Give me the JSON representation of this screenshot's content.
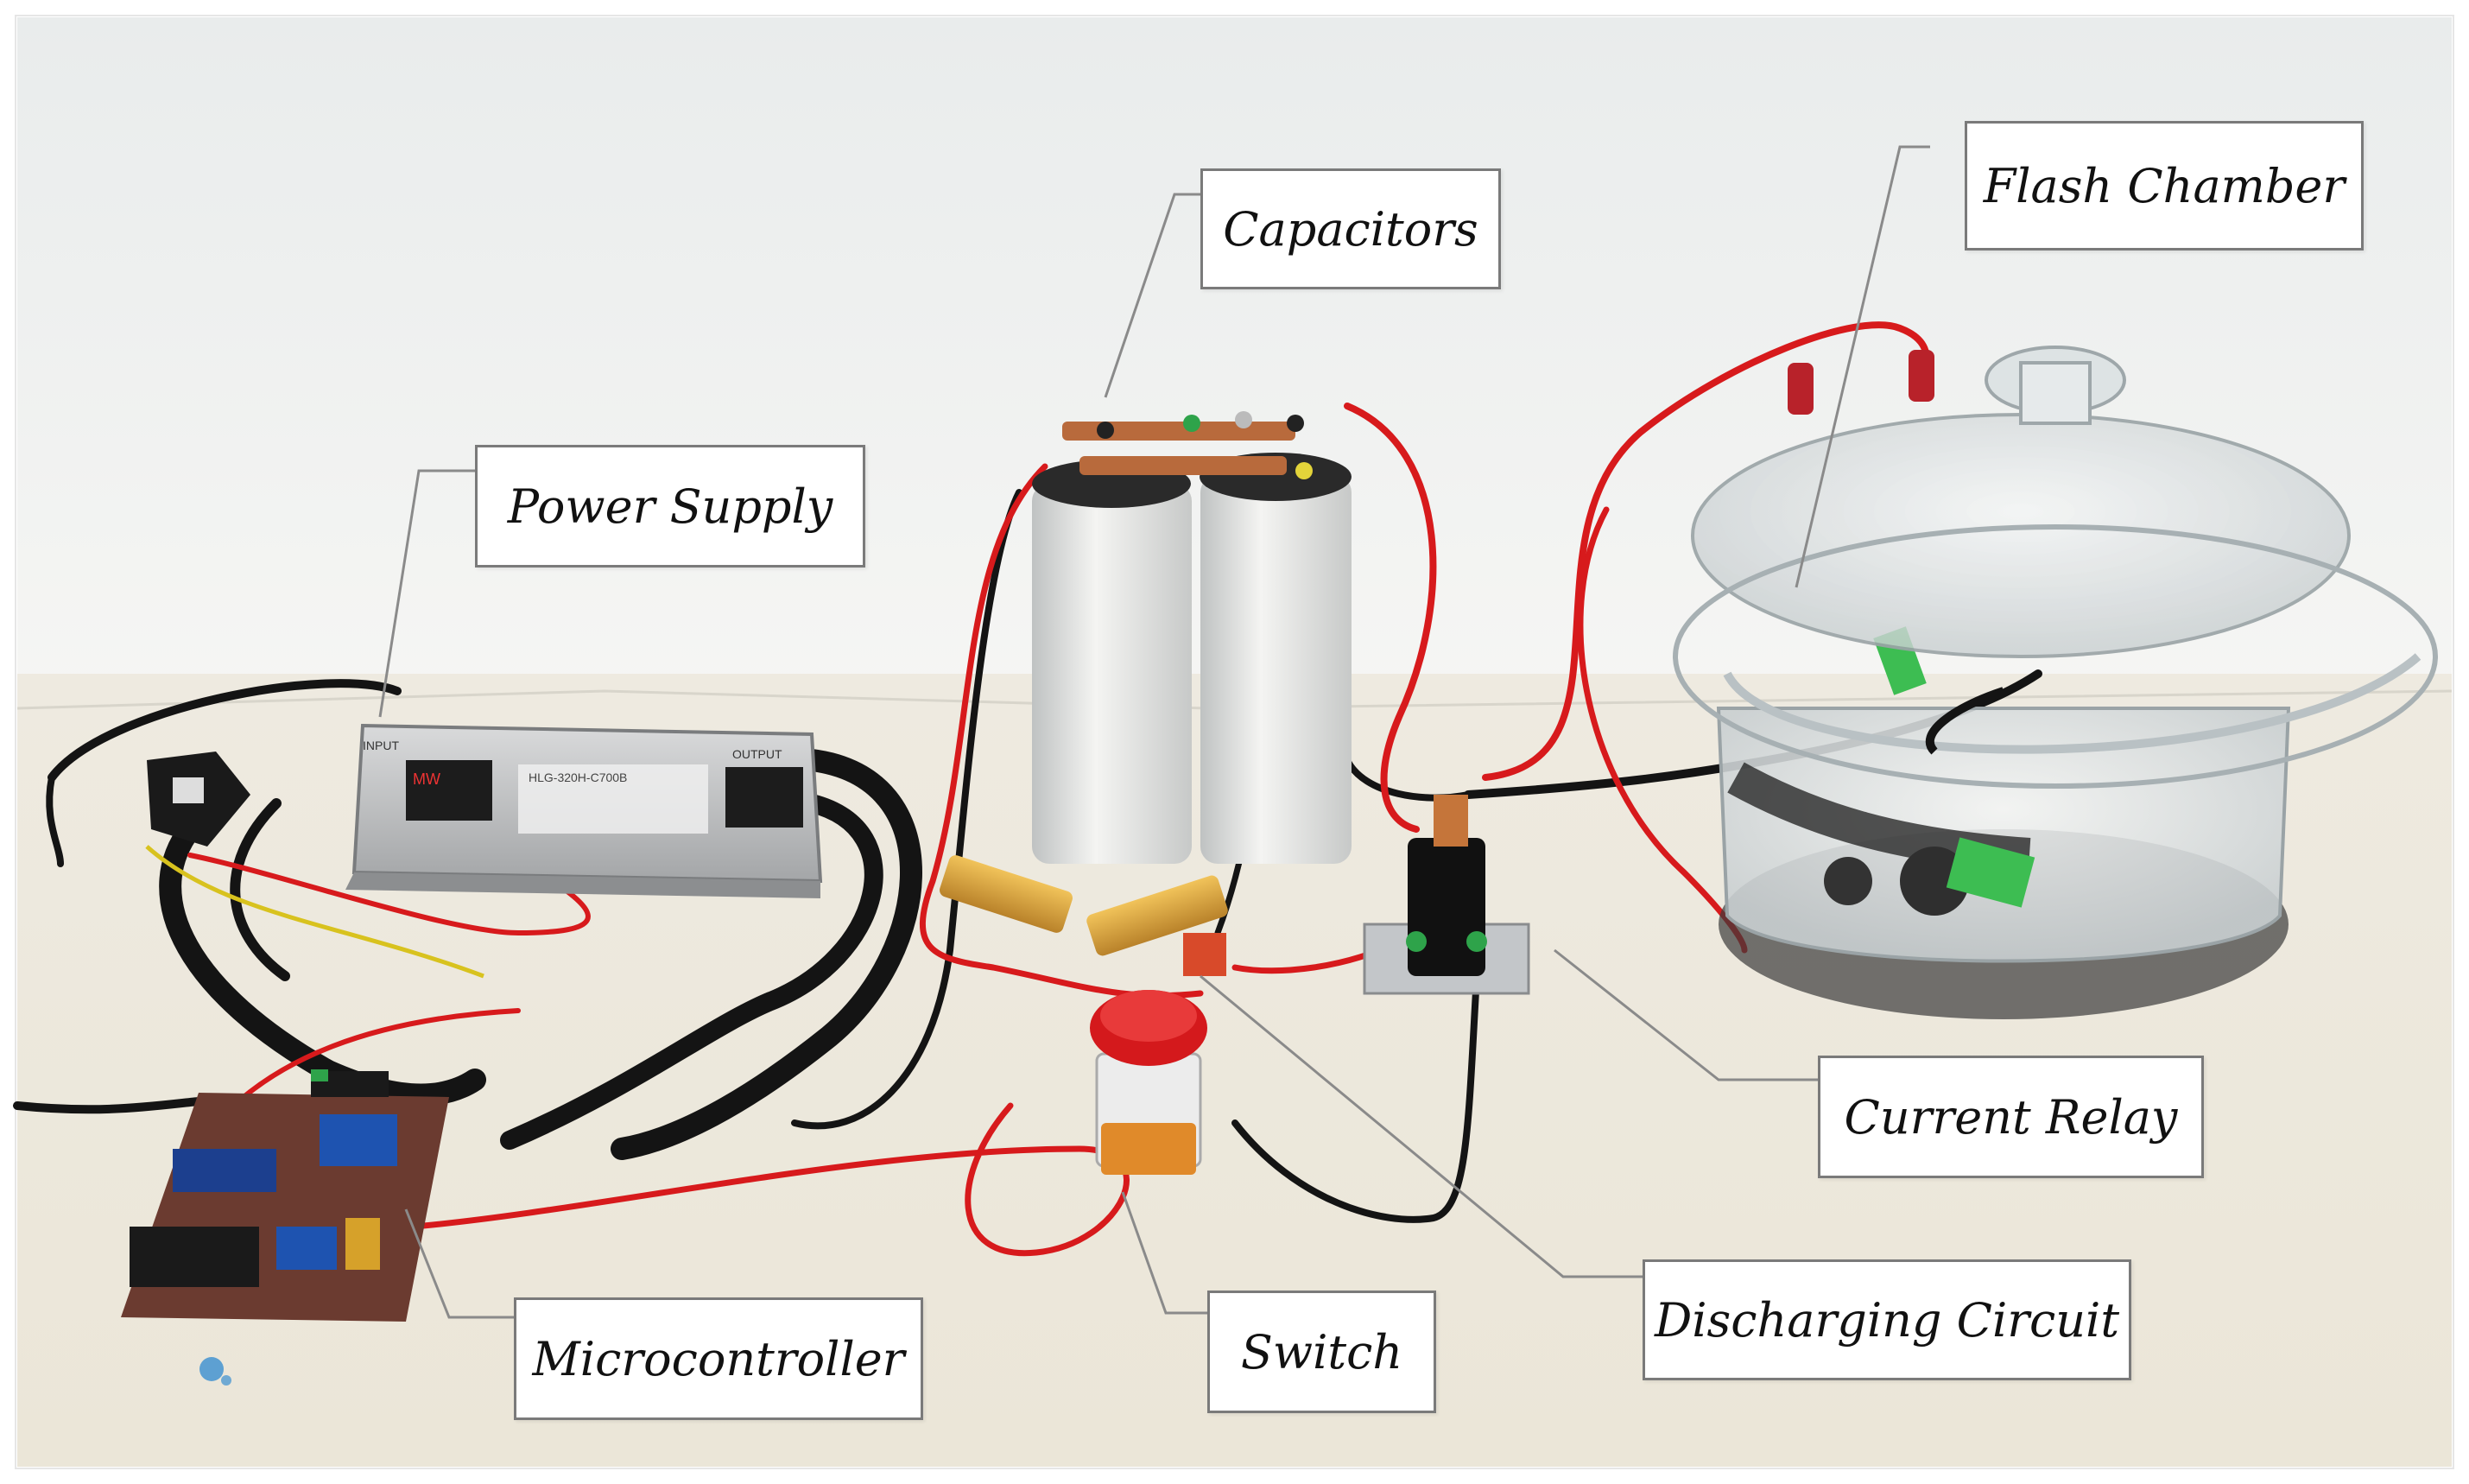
{
  "figure": {
    "background_color": "#f2efe8",
    "wall_color": "#f4f5f4",
    "table_color": "#eeeadf",
    "cable_red": "#d71a1c",
    "cable_black": "#141414",
    "leader_color": "#8a8a8a"
  },
  "labels": {
    "capacitors": "Capacitors",
    "flash_chamber": "Flash Chamber",
    "power_supply": "Power Supply",
    "current_relay": "Current Relay",
    "discharging_circuit": "Discharging Circuit",
    "microcontroller": "Microcontroller",
    "switch": "Switch"
  },
  "device_markings": {
    "power_supply_brand": "MW",
    "power_supply_model": "HLG-320H-C700B",
    "power_supply_input": "INPUT",
    "power_supply_output": "OUTPUT"
  }
}
